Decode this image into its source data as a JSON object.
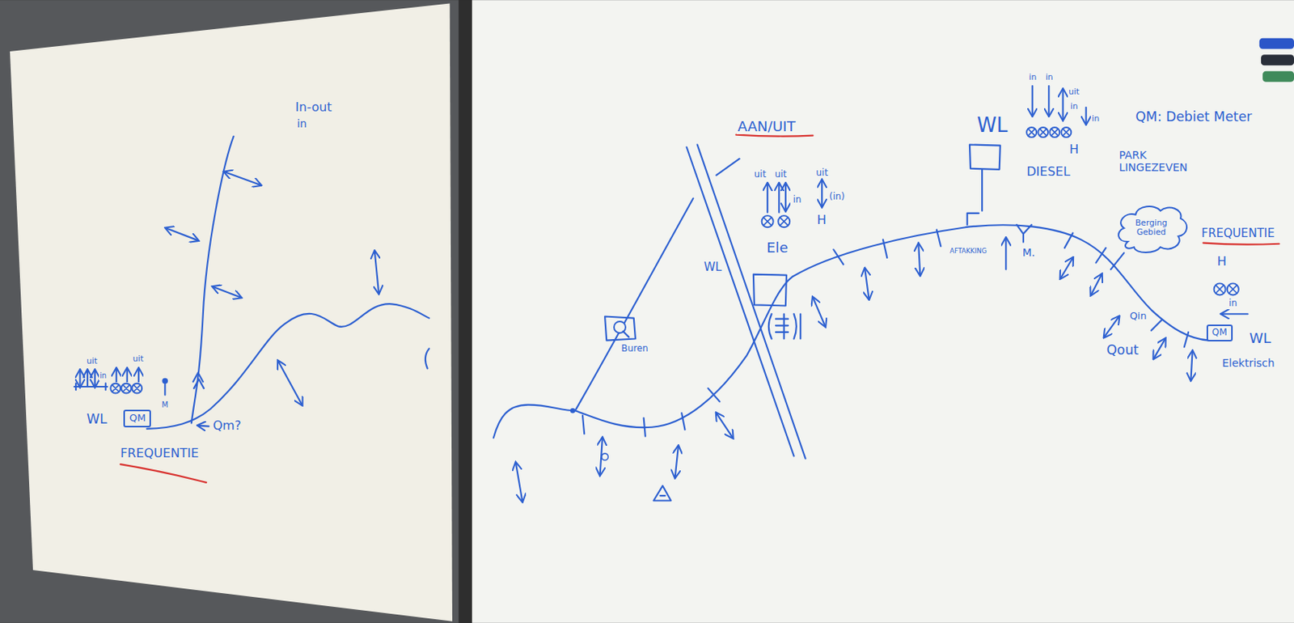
{
  "diagram": {
    "nodes": [
      {
        "text": [
          "QM"
        ]
      },
      {
        "text": [
          "Berging Gebied"
        ]
      },
      {
        "text": [
          "QM"
        ]
      }
    ],
    "labels": [
      "In-out",
      "in",
      "uit",
      "in",
      "uit",
      "M",
      "WL",
      "Qm?",
      "FREQUENTIE",
      "AAN/UIT",
      "uit",
      "uit",
      "in",
      "uit",
      "(in)",
      "H",
      "Ele",
      "WL",
      "in",
      "in",
      "uit",
      "in",
      "in",
      "WL",
      "QM: Debiet Meter",
      "H",
      "DIESEL",
      "PARK LINGEZEVEN",
      "FREQUENTIE",
      "H",
      "AFTAKKING",
      "M.",
      "Buren",
      "in",
      "Qin",
      "Qout",
      "WL",
      "Elektrisch"
    ]
  }
}
